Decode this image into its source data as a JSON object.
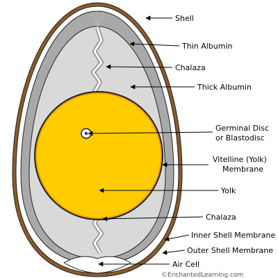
{
  "colors": {
    "shell": "#8b5a2b",
    "membrane_gap": "#ffffff",
    "thin_albumin": "#a9a9a9",
    "thick_albumin": "#d9d9d9",
    "yolk": "#ffcc00",
    "vitelline": "#f0a000",
    "chalaza": "#ffffff",
    "outline": "#222222"
  },
  "labels": {
    "shell": "Shell",
    "thin_albumin": "Thin Albumin",
    "chalaza_top": "Chalaza",
    "thick_albumin": "Thick Albumin",
    "germinal_line1": "Germinal Disc",
    "germinal_line2": "or Blastodisc",
    "vitelline_line1": "Vitelline (Yolk)",
    "vitelline_line2": "Membrane",
    "yolk": "Yolk",
    "chalaza_bottom": "Chalaza",
    "inner_membrane": "Inner Shell Membrane",
    "outer_membrane": "Outer Shell Membrane",
    "air_cell": "Air Cell"
  },
  "credit": "©EnchantedLearning.com"
}
